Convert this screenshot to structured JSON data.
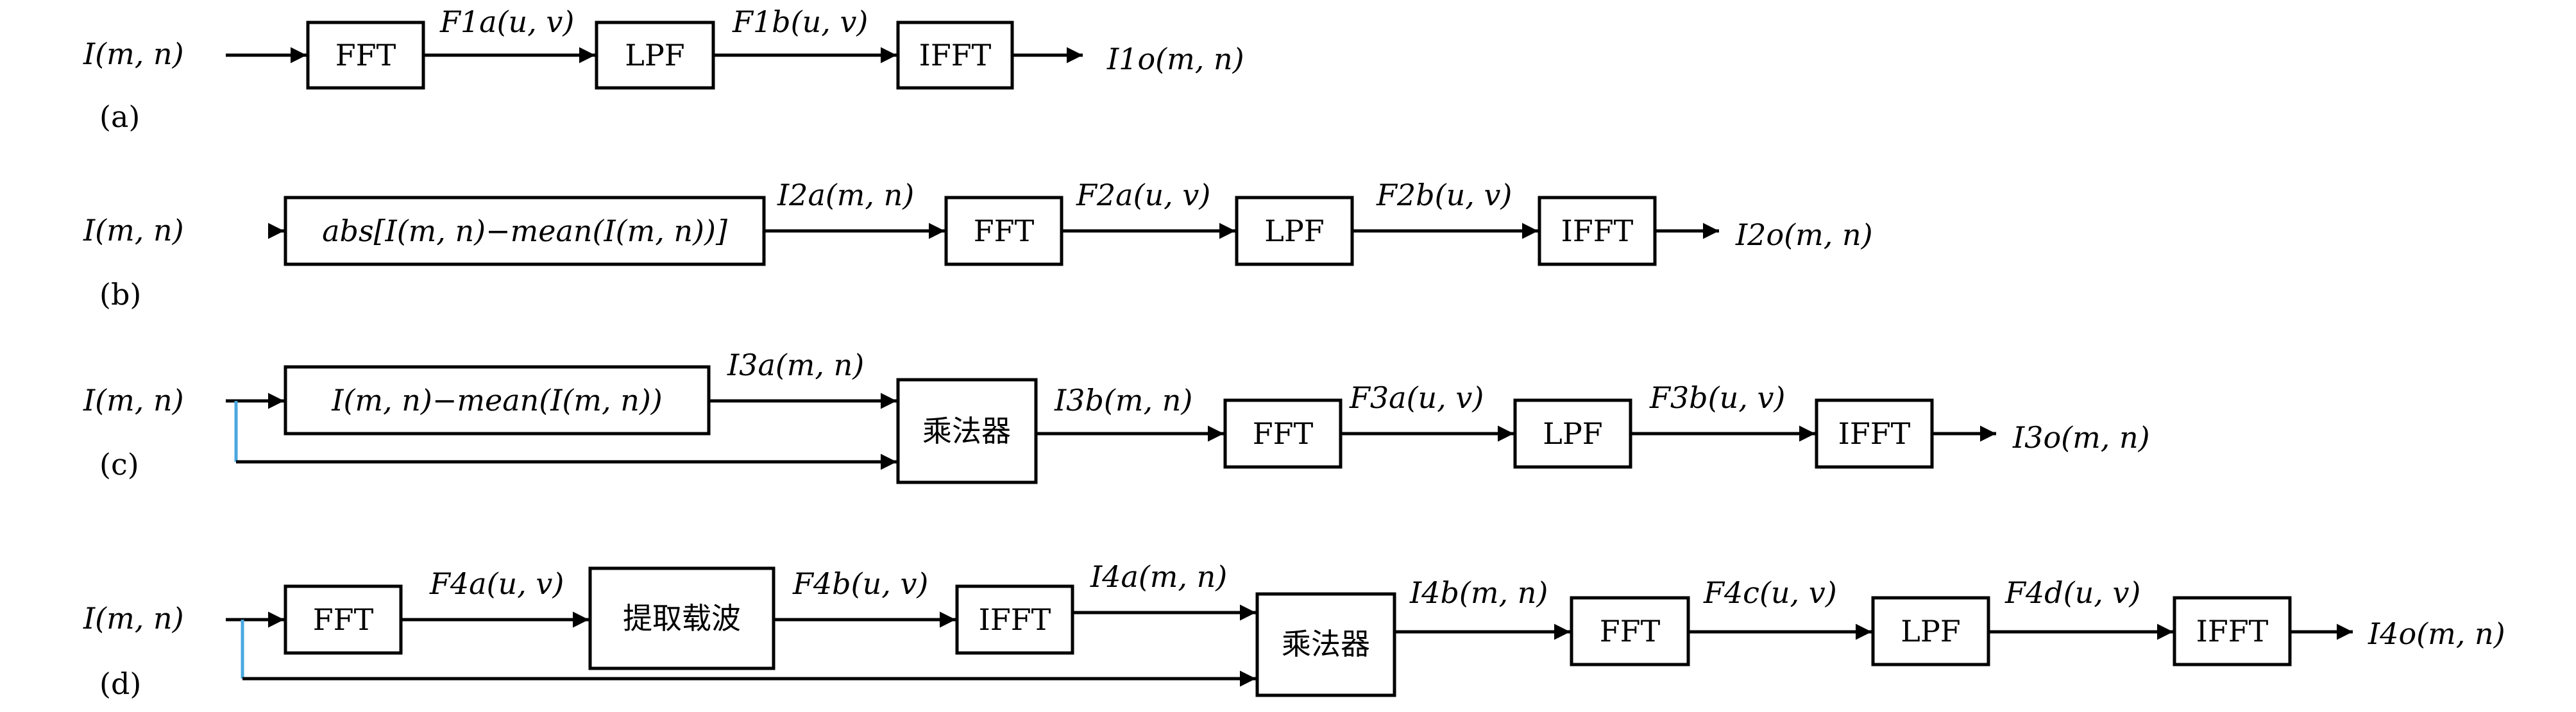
{
  "rows": {
    "a": {
      "tag": "(a)",
      "input": "I(m, n)",
      "blocks": [
        "FFT",
        "LPF",
        "IFFT"
      ],
      "signals": [
        "F1a(u, v)",
        "F1b(u, v)"
      ],
      "output": "I1o(m, n)"
    },
    "b": {
      "tag": "(b)",
      "input": "I(m, n)",
      "blocks": [
        "abs[I(m, n)−mean(I(m, n))]",
        "FFT",
        "LPF",
        "IFFT"
      ],
      "signals": [
        "I2a(m, n)",
        "F2a(u, v)",
        "F2b(u, v)"
      ],
      "output": "I2o(m, n)"
    },
    "c": {
      "tag": "(c)",
      "input": "I(m, n)",
      "blocks": [
        "I(m, n)−mean(I(m, n))",
        "乘法器",
        "FFT",
        "LPF",
        "IFFT"
      ],
      "signals": [
        "I3a(m, n)",
        "I3b(m, n)",
        "F3a(u, v)",
        "F3b(u, v)"
      ],
      "output": "I3o(m, n)"
    },
    "d": {
      "tag": "(d)",
      "input": "I(m, n)",
      "blocks": [
        "FFT",
        "提取载波",
        "IFFT",
        "乘法器",
        "FFT",
        "LPF",
        "IFFT"
      ],
      "signals": [
        "F4a(u, v)",
        "F4b(u, v)",
        "I4a(m, n)",
        "I4b(m, n)",
        "F4c(u, v)",
        "F4d(u, v)"
      ],
      "output": "I4o(m, n)"
    }
  },
  "colors": {
    "line": "#000000",
    "branch": "#4aa8e0",
    "background": "#ffffff"
  }
}
